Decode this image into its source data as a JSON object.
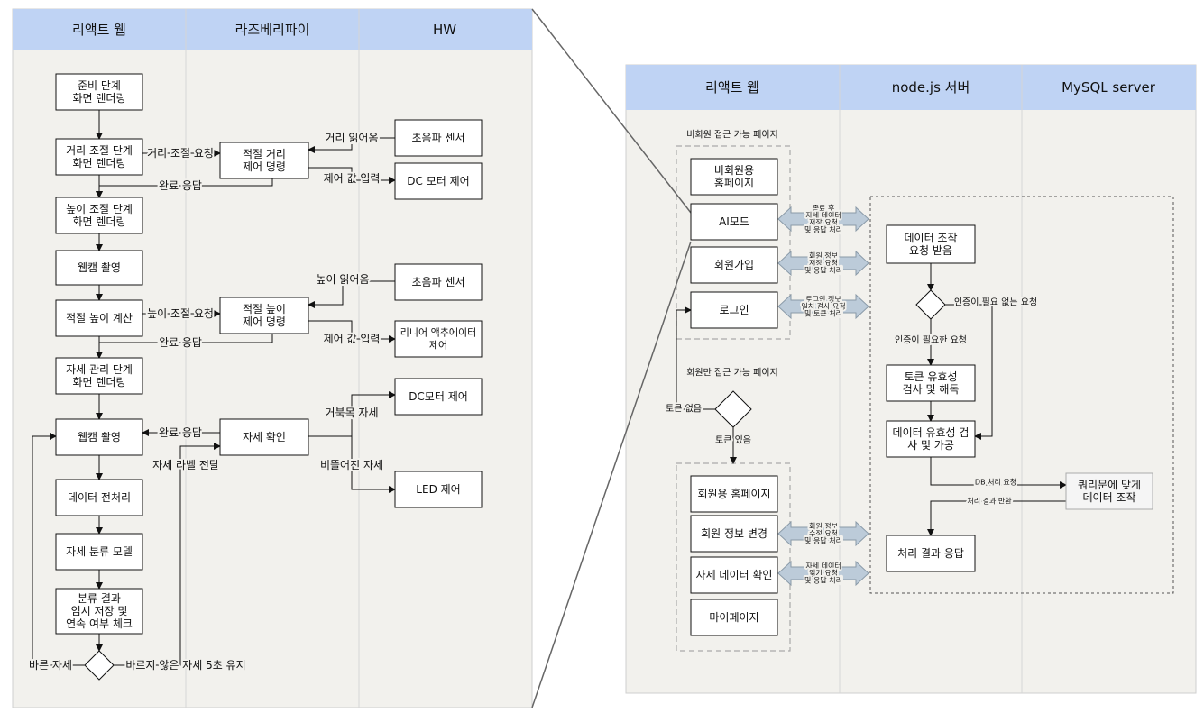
{
  "left": {
    "lanes": [
      "리액트 웹",
      "라즈베리파이",
      "HW"
    ],
    "nodes": {
      "ready": [
        "준비 단계",
        "화면 렌더링"
      ],
      "dist_step": [
        "거리 조절 단계",
        "화면 렌더링"
      ],
      "dist_cmd": [
        "적절 거리",
        "제어 명령"
      ],
      "ultra1": [
        "초음파 센서"
      ],
      "dc1": [
        "DC 모터 제어"
      ],
      "height_step": [
        "높이 조절 단계",
        "화면 렌더링"
      ],
      "cam1": [
        "웹캠 촬영"
      ],
      "ultra2": [
        "초음파 센서"
      ],
      "calc": [
        "적절 높이 계산"
      ],
      "height_cmd": [
        "적절 높이",
        "제어 명령"
      ],
      "linear": [
        "리니어 액추에이터",
        "제어"
      ],
      "posture_step": [
        "자세 관리 단계",
        "화면 렌더링"
      ],
      "dc2": [
        "DC모터 제어"
      ],
      "cam2": [
        "웹캠 촬영"
      ],
      "check": [
        "자세 확인"
      ],
      "preproc": [
        "데이터 전처리"
      ],
      "model": [
        "자세 분류 모델"
      ],
      "led": [
        "LED 제어"
      ],
      "result": [
        "분류 결과",
        "임시 저장 및",
        "연속 여부 체크"
      ]
    },
    "labels": {
      "dist_req": "거리 조절 요청",
      "dist_read": "거리 읽어옴",
      "ctrl_in1": "제어 값 입력",
      "done1": "완료 응답",
      "height_read": "높이 읽어옴",
      "height_req": "높이 조절 요청",
      "ctrl_in2": "제어 값 입력",
      "done2": "완료 응답",
      "turtle": "거북목 자세",
      "done3": "완료 응답",
      "label_send": "자세 라벨 전달",
      "twisted": "비뚤어진 자세",
      "correct": "바른 자세",
      "bad5": "바르지 않은 자세 5초 유지"
    }
  },
  "right": {
    "lanes": [
      "리액트 웹",
      "node.js 서버",
      "MySQL  server"
    ],
    "group_public": "비회원 접근 가능 페이지",
    "group_member": "회원만 접근 가능 페이지",
    "nodes": {
      "guest_home": [
        "비회원용",
        "홈페이지"
      ],
      "ai": [
        "AI모드"
      ],
      "signup": [
        "회원가입"
      ],
      "login": [
        "로그인"
      ],
      "member_home": [
        "회원용 홈페이지"
      ],
      "edit_info": [
        "회원 정보 변경"
      ],
      "posture_data": [
        "자세 데이터 확인"
      ],
      "mypage": [
        "마이페이지"
      ],
      "recv": [
        "데이터 조작",
        "요청 받음"
      ],
      "token": [
        "토큰 유효성",
        "검사 및 해독"
      ],
      "validate": [
        "데이터 유효성 검",
        "사 및 가공"
      ],
      "respond": [
        "처리 결과 응답"
      ],
      "query": [
        "쿼리문에 맞게",
        "데이터 조작"
      ]
    },
    "arrow_labels": {
      "ai": [
        "종료 후",
        "자세 데이터",
        "저장 요청",
        "및 응답 처리"
      ],
      "signup": [
        "회원 정보",
        "저장 요청",
        "및 응답 처리"
      ],
      "login": [
        "로그인 정보",
        "일치 검사 요청",
        "및 토큰 처리"
      ],
      "edit": [
        "회원 정보",
        "수정 요청",
        "및 응답 처리"
      ],
      "posture": [
        "자세 데이터",
        "읽기 요청",
        "및 응답 처리"
      ]
    },
    "labels": {
      "no_auth": "인증이 필요 없는 요청",
      "auth": "인증이 필요한 요청",
      "no_token": "토큰 없음",
      "has_token": "토큰 있음",
      "db_req": "DB 처리 요청",
      "db_res": "처리 결과 반환"
    }
  },
  "colors": {
    "header": "#bfd3f4",
    "panel": "#f2f1ed",
    "border": "#5a5a5a",
    "box": "#ffffff",
    "fat_arrow": "#bccbd9",
    "query_box": "#f5f5f5"
  }
}
